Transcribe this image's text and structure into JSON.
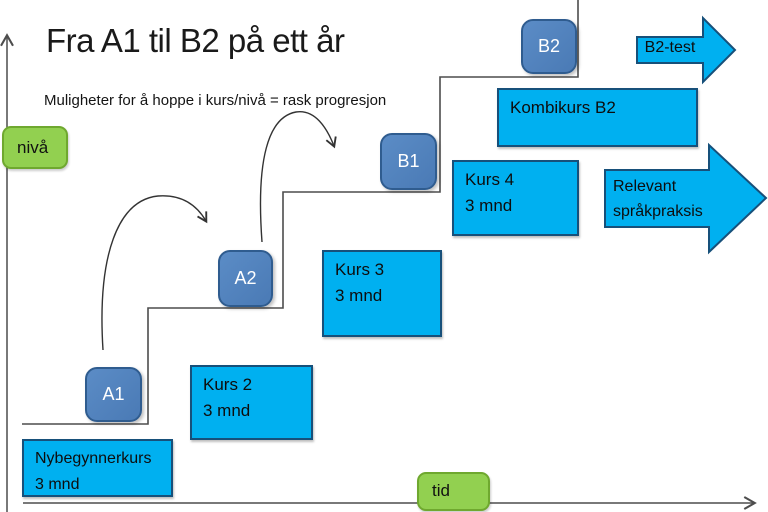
{
  "title": "Fra A1 til B2 på ett år",
  "subtitle": "Muligheter for å hoppe i kurs/nivå = rask progresjon",
  "axis": {
    "y_label": "nivå",
    "x_label": "tid"
  },
  "levels": {
    "a1": "A1",
    "a2": "A2",
    "b1": "B1",
    "b2": "B2"
  },
  "courses": [
    {
      "name": "Nybegynnerkurs",
      "duration": "3 mnd"
    },
    {
      "name": "Kurs 2",
      "duration": "3 mnd"
    },
    {
      "name": "Kurs 3",
      "duration": "3 mnd"
    },
    {
      "name": "Kurs 4",
      "duration": "3 mnd"
    },
    {
      "name": "Kombikurs B2",
      "duration": ""
    }
  ],
  "outcomes": {
    "test": "B2-test",
    "practice_line1": "Relevant",
    "practice_line2": "språkpraksis"
  },
  "colors": {
    "level_box_fill": "#4f81bd",
    "level_box_border": "#2f5c8f",
    "course_fill": "#00b0f0",
    "course_border": "#17507a",
    "axis_label_fill": "#92d050",
    "axis_label_border": "#6fa82f",
    "line": "#4d4d4d"
  }
}
